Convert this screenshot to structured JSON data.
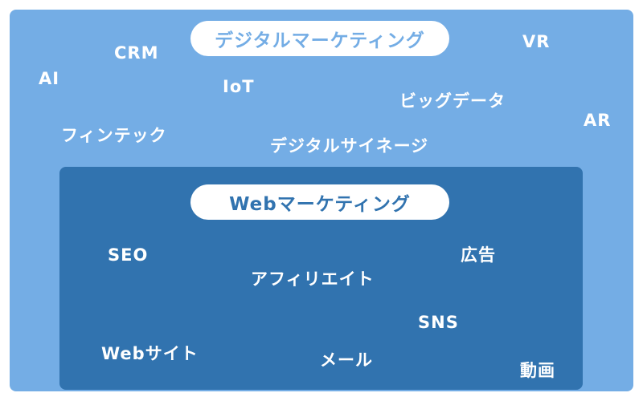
{
  "outer": {
    "title": "デジタルマーケティング",
    "terms": [
      "VR",
      "CRM",
      "AI",
      "IoT",
      "ビッグデータ",
      "AR",
      "フィンテック",
      "デジタルサイネージ"
    ]
  },
  "inner": {
    "title": "Webマーケティング",
    "terms": [
      "SEO",
      "広告",
      "アフィリエイト",
      "SNS",
      "Webサイト",
      "メール",
      "動画"
    ]
  },
  "colors": {
    "outer_background": "#74ade5",
    "inner_background": "#3173af",
    "pill_background": "#ffffff",
    "term_text": "#ffffff"
  }
}
